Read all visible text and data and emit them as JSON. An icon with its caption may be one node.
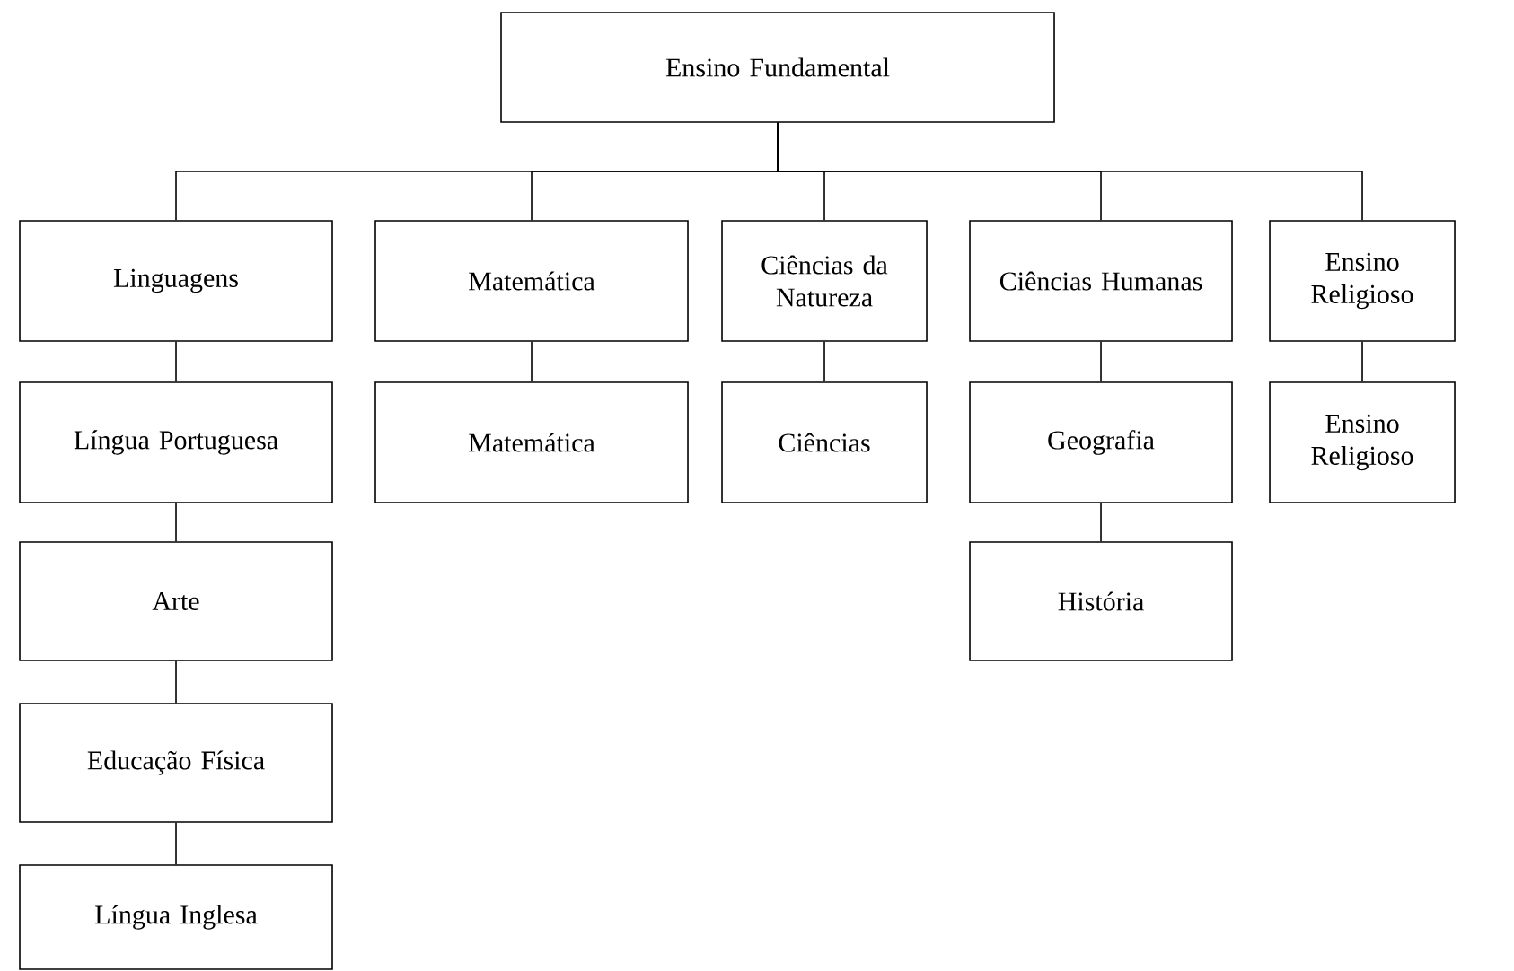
{
  "diagram": {
    "nodes": [
      {
        "text": [
          "Ensino Fundamental"
        ]
      },
      {
        "text": [
          "Linguagens"
        ]
      },
      {
        "text": [
          "Matemática"
        ]
      },
      {
        "text": [
          "Ciências da Natureza"
        ]
      },
      {
        "text": [
          "Ciências Humanas"
        ]
      },
      {
        "text": [
          "Ensino Religioso"
        ]
      },
      {
        "text": [
          "Língua Portuguesa"
        ]
      },
      {
        "text": [
          "Matemática"
        ]
      },
      {
        "text": [
          "Ciências"
        ]
      },
      {
        "text": [
          "Geografia"
        ]
      },
      {
        "text": [
          "Ensino Religioso"
        ]
      },
      {
        "text": [
          "Arte"
        ]
      },
      {
        "text": [
          "História"
        ]
      },
      {
        "text": [
          "Educação Física"
        ]
      },
      {
        "text": [
          "Língua Inglesa"
        ]
      }
    ],
    "edges": [
      {
        "from": 0,
        "to": 1,
        "arrow": "none"
      },
      {
        "from": 0,
        "to": 2,
        "arrow": "none"
      },
      {
        "from": 0,
        "to": 3,
        "arrow": "none"
      },
      {
        "from": 0,
        "to": 4,
        "arrow": "none"
      },
      {
        "from": 0,
        "to": 5,
        "arrow": "none"
      },
      {
        "from": 1,
        "to": 6,
        "arrow": "none"
      },
      {
        "from": 2,
        "to": 7,
        "arrow": "none"
      },
      {
        "from": 3,
        "to": 8,
        "arrow": "none"
      },
      {
        "from": 4,
        "to": 9,
        "arrow": "none"
      },
      {
        "from": 5,
        "to": 10,
        "arrow": "none"
      },
      {
        "from": 6,
        "to": 11,
        "arrow": "none"
      },
      {
        "from": 9,
        "to": 12,
        "arrow": "none"
      },
      {
        "from": 11,
        "to": 13,
        "arrow": "none"
      },
      {
        "from": 13,
        "to": 14,
        "arrow": "none"
      }
    ]
  }
}
